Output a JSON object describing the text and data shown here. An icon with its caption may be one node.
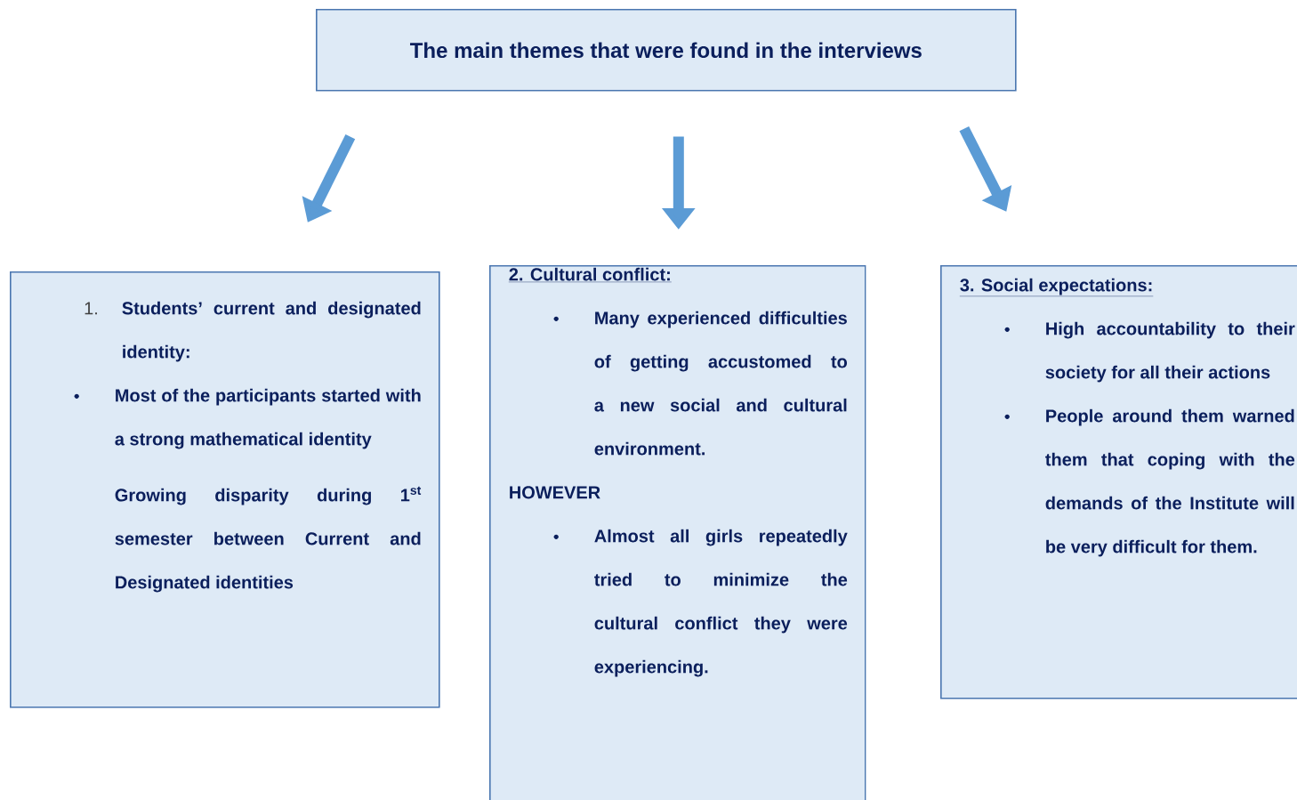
{
  "diagram": {
    "nodes": [
      {
        "text": [
          "The main themes that were found in the interviews"
        ]
      },
      {
        "text": [
          "1.",
          "Students’ current and designated identity:",
          "Most of the participants started with a strong mathematical identity",
          "Growing disparity during 1$^{st}$ semester between Current and Designated identities"
        ]
      },
      {
        "text": [
          "2. Cultural conflict:",
          "Many experienced difficulties of getting accustomed to a new social and cultural environment.",
          "HOWEVER",
          "Almost all girls repeatedly tried to minimize the cultural conflict they were experiencing."
        ]
      },
      {
        "text": [
          "3. Social expectations:",
          "High accountability to their society for all their actions",
          "People around them warned them that coping with the demands of the Institute will be very difficult for them."
        ]
      }
    ],
    "edges": [
      {
        "from": 0,
        "to": 1,
        "arrow": "to"
      },
      {
        "from": 0,
        "to": 2,
        "arrow": "to"
      },
      {
        "from": 0,
        "to": 3,
        "arrow": "to"
      }
    ]
  }
}
